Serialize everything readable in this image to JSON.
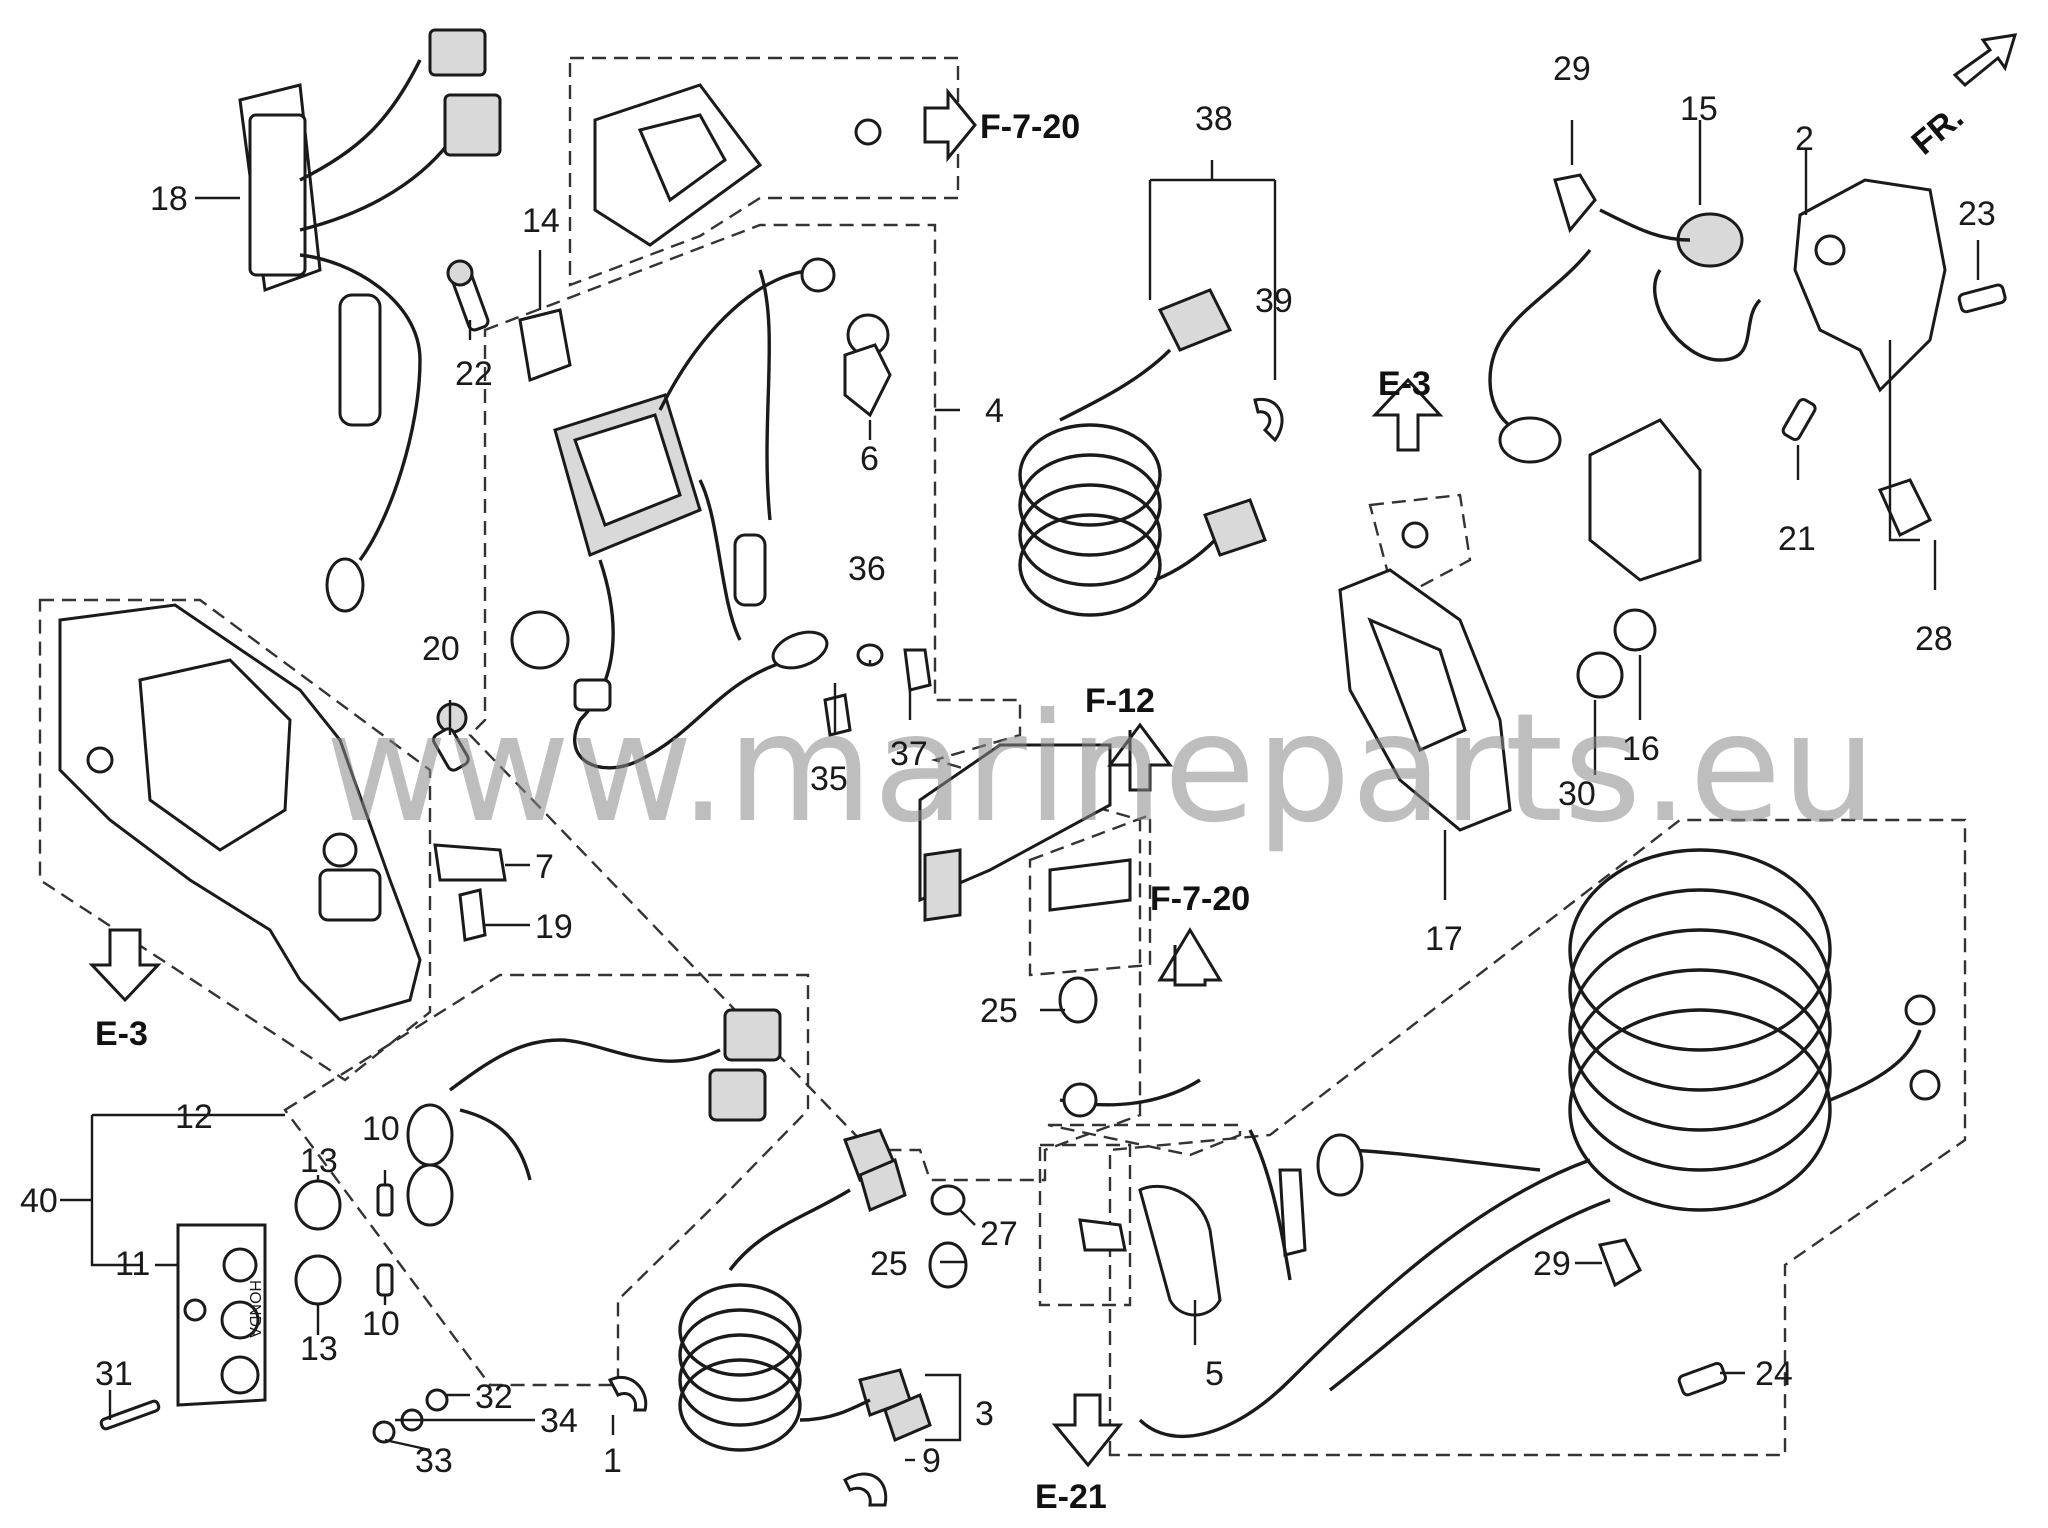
{
  "watermark": "www.marineparts.eu",
  "direction_indicator": "FR.",
  "reference_labels": {
    "f_7_20_top": "F-7-20",
    "f_7_20_mid": "F-7-20",
    "f_12": "F-12",
    "e_3_left": "E-3",
    "e_3_right": "E-3",
    "e_21": "E-21"
  },
  "callouts": {
    "c1": "1",
    "c2": "2",
    "c3": "3",
    "c4": "4",
    "c5": "5",
    "c6": "6",
    "c7": "7",
    "c9": "9",
    "c10a": "10",
    "c10b": "10",
    "c11": "11",
    "c12": "12",
    "c13a": "13",
    "c13b": "13",
    "c14": "14",
    "c15": "15",
    "c16": "16",
    "c17": "17",
    "c18": "18",
    "c19": "19",
    "c20": "20",
    "c21": "21",
    "c22": "22",
    "c23": "23",
    "c24": "24",
    "c25a": "25",
    "c25b": "25",
    "c27": "27",
    "c28": "28",
    "c29a": "29",
    "c29b": "29",
    "c30": "30",
    "c31": "31",
    "c32": "32",
    "c33": "33",
    "c34": "34",
    "c35": "35",
    "c36": "36",
    "c37": "37",
    "c38": "38",
    "c39": "39",
    "c40": "40"
  },
  "plate_text": "HONDA"
}
